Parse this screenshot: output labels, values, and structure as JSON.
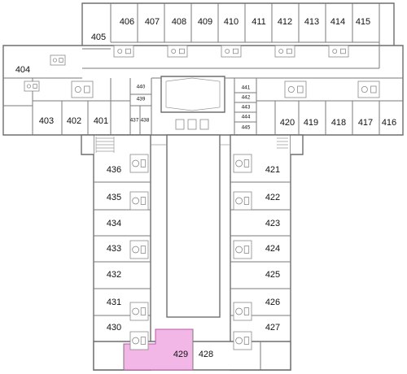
{
  "floor": {
    "highlight_color": "#f2b7e6",
    "highlighted_room": "429"
  },
  "rooms": [
    {
      "id": "r401",
      "label": "401",
      "size": "lg"
    },
    {
      "id": "r402",
      "label": "402",
      "size": "lg"
    },
    {
      "id": "r403",
      "label": "403",
      "size": "lg"
    },
    {
      "id": "r404",
      "label": "404",
      "size": "lg"
    },
    {
      "id": "r405",
      "label": "405",
      "size": "lg"
    },
    {
      "id": "r406",
      "label": "406",
      "size": "lg"
    },
    {
      "id": "r407",
      "label": "407",
      "size": "lg"
    },
    {
      "id": "r408",
      "label": "408",
      "size": "lg"
    },
    {
      "id": "r409",
      "label": "409",
      "size": "lg"
    },
    {
      "id": "r410",
      "label": "410",
      "size": "lg"
    },
    {
      "id": "r411",
      "label": "411",
      "size": "lg"
    },
    {
      "id": "r412",
      "label": "412",
      "size": "lg"
    },
    {
      "id": "r413",
      "label": "413",
      "size": "lg"
    },
    {
      "id": "r414",
      "label": "414",
      "size": "lg"
    },
    {
      "id": "r415",
      "label": "415",
      "size": "lg"
    },
    {
      "id": "r416",
      "label": "416",
      "size": "lg"
    },
    {
      "id": "r417",
      "label": "417",
      "size": "lg"
    },
    {
      "id": "r418",
      "label": "418",
      "size": "lg"
    },
    {
      "id": "r419",
      "label": "419",
      "size": "lg"
    },
    {
      "id": "r420",
      "label": "420",
      "size": "lg"
    },
    {
      "id": "r421",
      "label": "421",
      "size": "lg"
    },
    {
      "id": "r422",
      "label": "422",
      "size": "lg"
    },
    {
      "id": "r423",
      "label": "423",
      "size": "lg"
    },
    {
      "id": "r424",
      "label": "424",
      "size": "lg"
    },
    {
      "id": "r425",
      "label": "425",
      "size": "lg"
    },
    {
      "id": "r426",
      "label": "426",
      "size": "lg"
    },
    {
      "id": "r427",
      "label": "427",
      "size": "lg"
    },
    {
      "id": "r428",
      "label": "428",
      "size": "lg"
    },
    {
      "id": "r429",
      "label": "429",
      "size": "lg"
    },
    {
      "id": "r430",
      "label": "430",
      "size": "lg"
    },
    {
      "id": "r431",
      "label": "431",
      "size": "lg"
    },
    {
      "id": "r432",
      "label": "432",
      "size": "lg"
    },
    {
      "id": "r433",
      "label": "433",
      "size": "lg"
    },
    {
      "id": "r434",
      "label": "434",
      "size": "lg"
    },
    {
      "id": "r435",
      "label": "435",
      "size": "lg"
    },
    {
      "id": "r436",
      "label": "436",
      "size": "lg"
    },
    {
      "id": "r437",
      "label": "437",
      "size": "sm"
    },
    {
      "id": "r438",
      "label": "438",
      "size": "sm"
    },
    {
      "id": "r439",
      "label": "439",
      "size": "sm"
    },
    {
      "id": "r440",
      "label": "440",
      "size": "sm"
    },
    {
      "id": "r441",
      "label": "441",
      "size": "sm"
    },
    {
      "id": "r442",
      "label": "442",
      "size": "sm"
    },
    {
      "id": "r443",
      "label": "443",
      "size": "sm"
    },
    {
      "id": "r444",
      "label": "444",
      "size": "sm"
    },
    {
      "id": "r445",
      "label": "445",
      "size": "sm"
    }
  ]
}
